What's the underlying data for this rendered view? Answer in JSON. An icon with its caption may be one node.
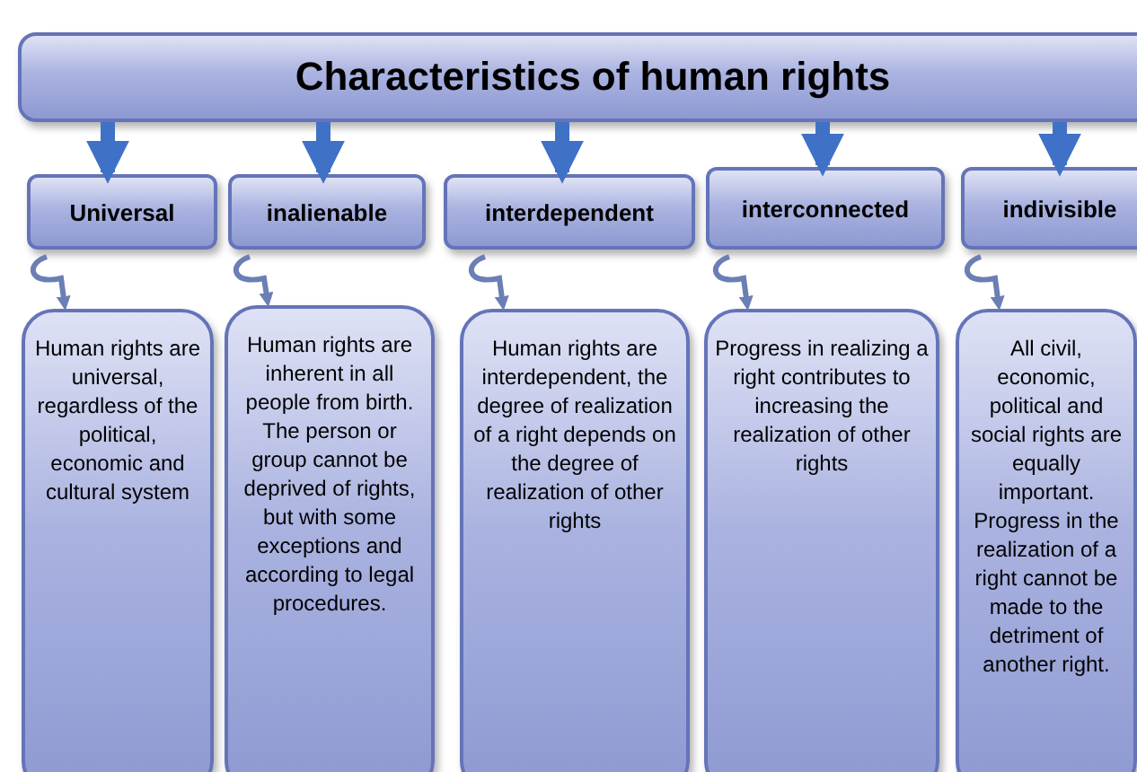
{
  "diagram": {
    "nodes": [
      {
        "text": [
          "Characteristics of human rights"
        ]
      },
      {
        "text": [
          "Universal"
        ]
      },
      {
        "text": [
          "inalienable"
        ]
      },
      {
        "text": [
          "interdependent"
        ]
      },
      {
        "text": [
          "interconnected"
        ]
      },
      {
        "text": [
          "indivisible"
        ]
      },
      {
        "text": [
          "Human rights are universal, regardless of the political, economic and cultural system"
        ]
      },
      {
        "text": [
          "Human rights are inherent in all people from birth. The person or group cannot be deprived of rights, but with some exceptions and according to legal procedures."
        ]
      },
      {
        "text": [
          "Human rights are interdependent, the degree of realization of a right depends on the degree of realization of other rights"
        ]
      },
      {
        "text": [
          "Progress in realizing a right contributes to increasing the realization of other rights"
        ]
      },
      {
        "text": [
          "All civil, economic, political and social rights are equally important. Progress in the realization of a right cannot be made to the detriment of another right."
        ]
      }
    ],
    "edges": [
      {
        "from": 0,
        "to": 1,
        "arrow": "to",
        "style": "thick"
      },
      {
        "from": 0,
        "to": 2,
        "arrow": "to",
        "style": "thick"
      },
      {
        "from": 0,
        "to": 3,
        "arrow": "to",
        "style": "thick"
      },
      {
        "from": 0,
        "to": 4,
        "arrow": "to",
        "style": "thick"
      },
      {
        "from": 0,
        "to": 5,
        "arrow": "to",
        "style": "thick"
      },
      {
        "from": 1,
        "to": 6,
        "arrow": "to"
      },
      {
        "from": 2,
        "to": 7,
        "arrow": "to"
      },
      {
        "from": 3,
        "to": 8,
        "arrow": "to"
      },
      {
        "from": 4,
        "to": 9,
        "arrow": "to"
      },
      {
        "from": 5,
        "to": 10,
        "arrow": "to"
      }
    ]
  }
}
